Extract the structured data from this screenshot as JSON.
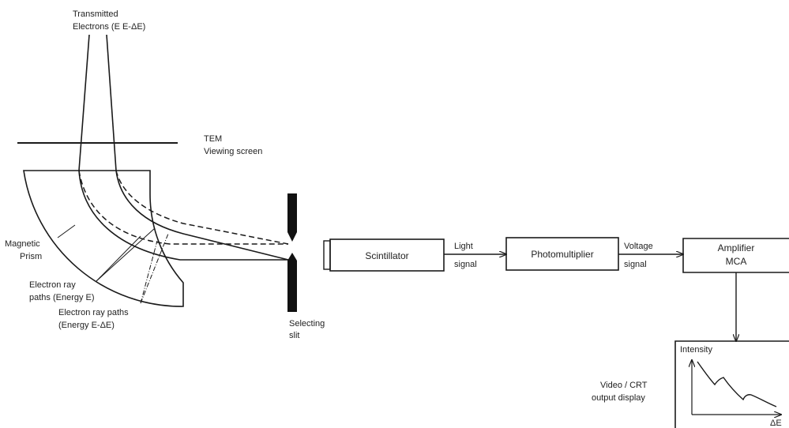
{
  "labels": {
    "transmitted_l1": "Transmitted",
    "transmitted_l2": "Electrons (E  E-ΔE)",
    "tem_l1": "TEM",
    "tem_l2": "Viewing screen",
    "magnetic_l1": "Magnetic",
    "magnetic_l2": "Prism",
    "ray_e_l1": "Electron ray",
    "ray_e_l2": "paths (Energy E)",
    "ray_de_l1": "Electron ray paths",
    "ray_de_l2": "(Energy E-ΔE)",
    "slit_l1": "Selecting",
    "slit_l2": "slit",
    "scintillator": "Scintillator",
    "light_l1": "Light",
    "light_l2": "signal",
    "photomultiplier": "Photomultiplier",
    "voltage_l1": "Voltage",
    "voltage_l2": "signal",
    "amplifier_l1": "Amplifier",
    "amplifier_l2": "MCA",
    "video_l1": "Video / CRT",
    "video_l2": "output display",
    "intensity": "Intensity",
    "delta_e": "ΔE"
  },
  "colors": {
    "line": "#1a1a1a",
    "text": "#222222",
    "background": "#ffffff"
  }
}
